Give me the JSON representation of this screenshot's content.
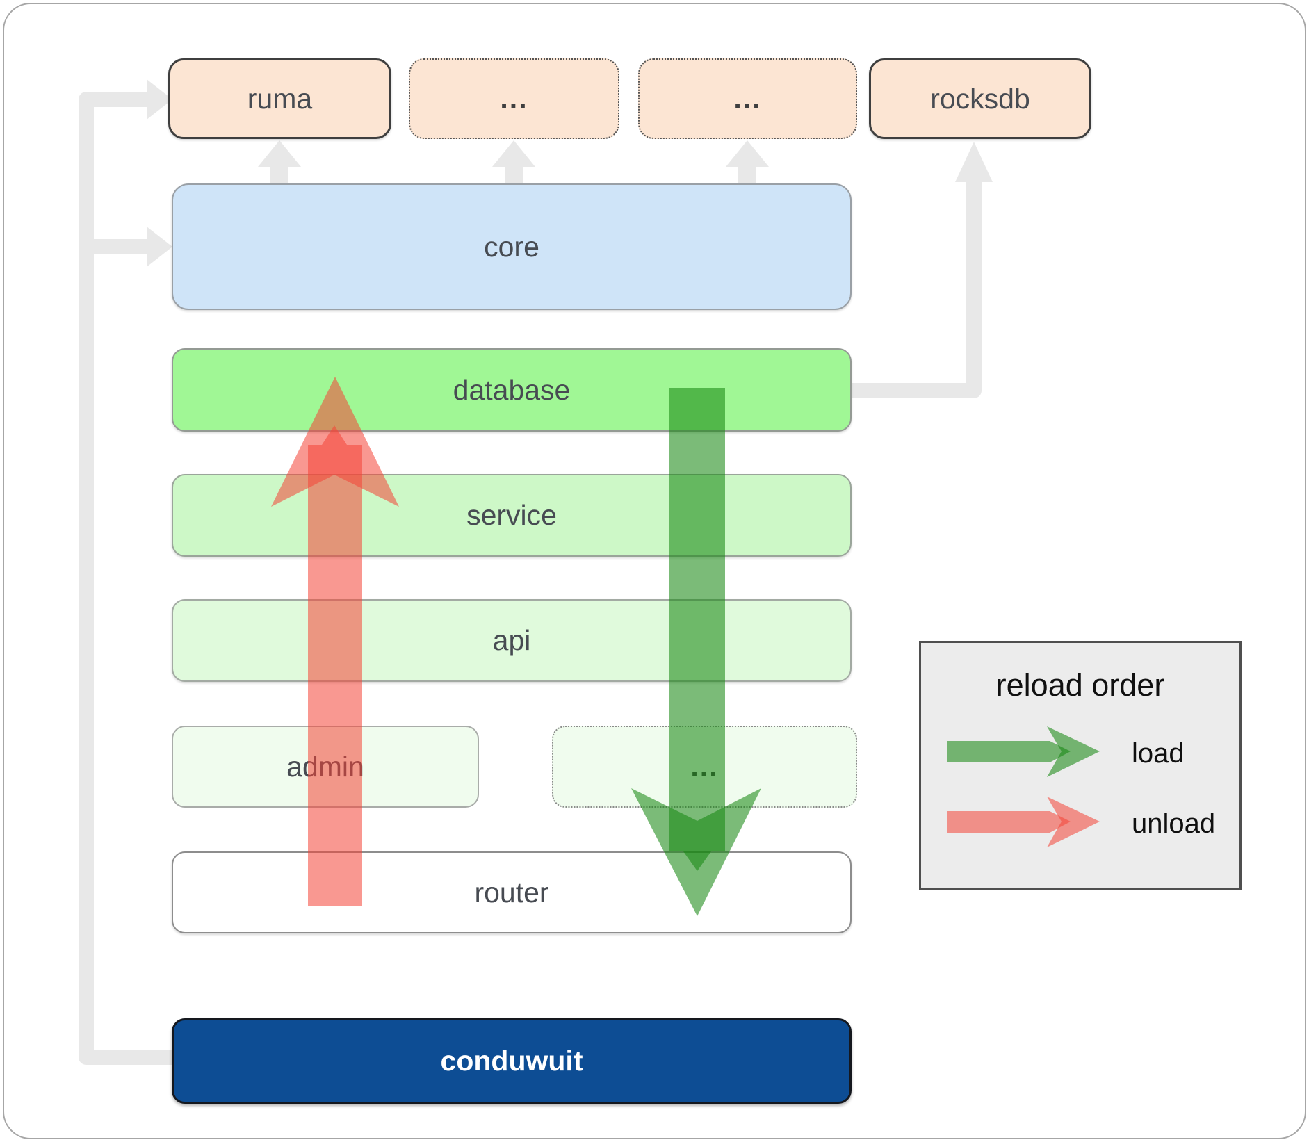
{
  "nodes": {
    "ruma": "ruma",
    "ellipsis1": "...",
    "ellipsis2": "...",
    "rocksdb": "rocksdb",
    "core": "core",
    "database": "database",
    "service": "service",
    "api": "api",
    "admin": "admin",
    "ellipsis3": "...",
    "router": "router",
    "conduwuit": "conduwuit"
  },
  "legend": {
    "title": "reload order",
    "items": [
      {
        "label": "load",
        "arrow_color": "#178712",
        "diagram_direction": "down"
      },
      {
        "label": "unload",
        "arrow_color": "#f44336",
        "diagram_direction": "up"
      }
    ]
  },
  "colors": {
    "peach_fill": "#fce5d3",
    "core_fill": "#cfe4f8",
    "database_fill": "#a0f795",
    "service_fill": "#cdf8c7",
    "api_fill": "#e0fadc",
    "admin_fill": "#f0fcee",
    "router_fill": "#ffffff",
    "conduwuit_fill": "#0d4d94",
    "load_green": "#178712",
    "unload_red": "#f44336",
    "connector_gray": "#e8e8e8",
    "legend_bg": "#ececec"
  }
}
